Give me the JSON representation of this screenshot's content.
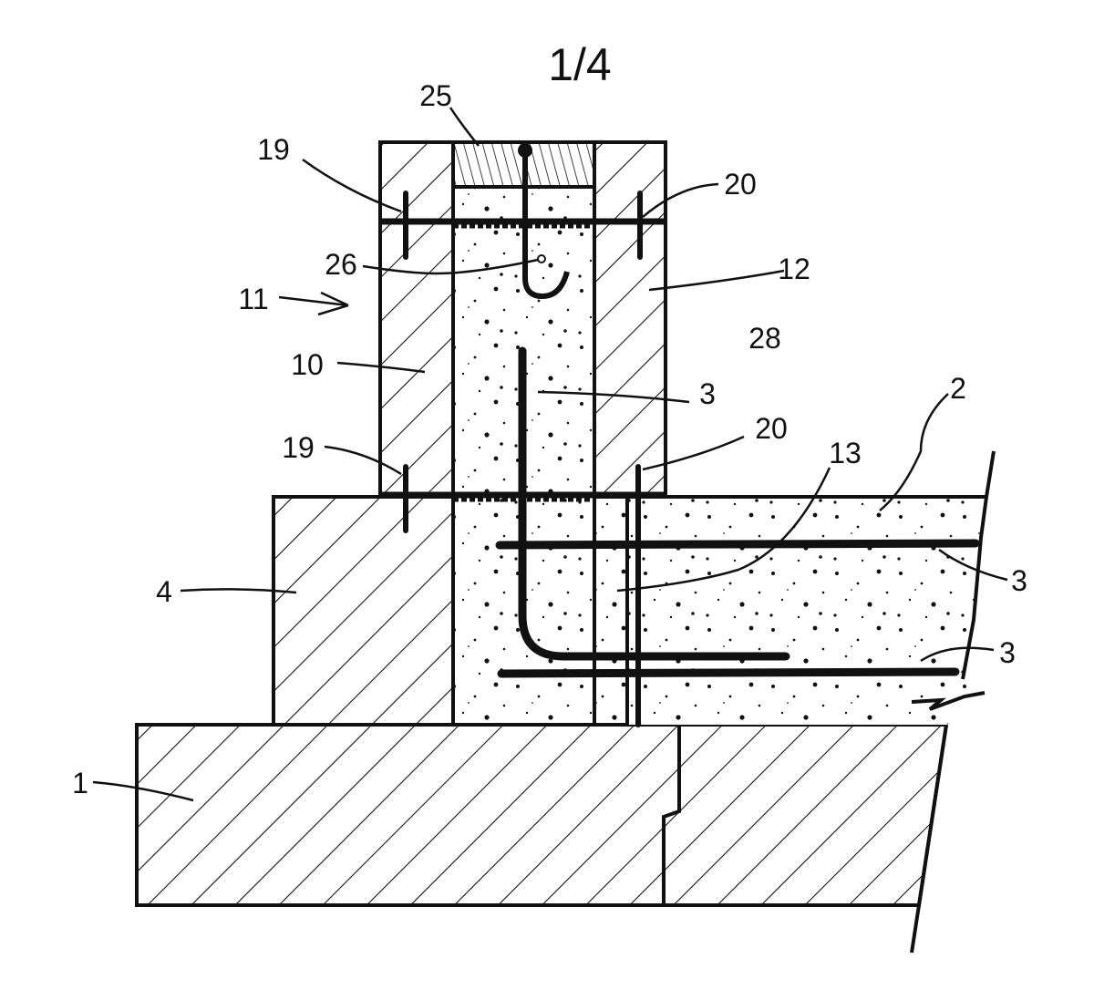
{
  "figure": {
    "title": "1/4",
    "labels": {
      "l25": "25",
      "l19_top": "19",
      "l20_top": "20",
      "l26": "26",
      "l12": "12",
      "l11": "11",
      "l28": "28",
      "l10": "10",
      "l3_vertical": "3",
      "l2": "2",
      "l19_bottom": "19",
      "l20_bottom": "20",
      "l13": "13",
      "l4": "4",
      "l3_upper": "3",
      "l3_lower": "3",
      "l1": "1"
    }
  }
}
